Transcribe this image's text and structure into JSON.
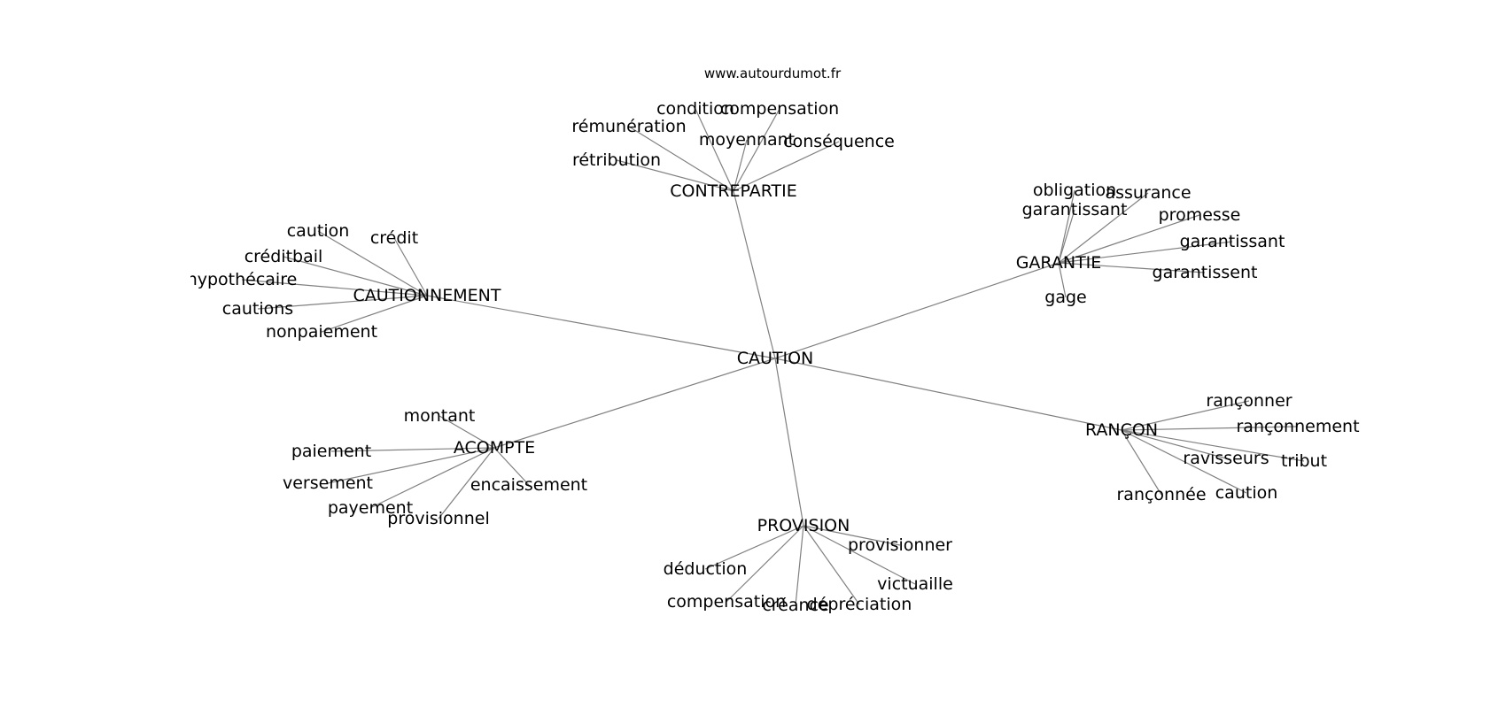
{
  "site": "www.autourdumot.fr",
  "edge_color": "#808080",
  "root": "CAUTION",
  "nodes": [
    {
      "id": "caution_root",
      "label": "CAUTION"
    },
    {
      "id": "contrepartie",
      "label": "CONTREPARTIE"
    },
    {
      "id": "garantie",
      "label": "GARANTIE"
    },
    {
      "id": "cautionnement",
      "label": "CAUTIONNEMENT"
    },
    {
      "id": "acompte",
      "label": "ACOMPTE"
    },
    {
      "id": "provision",
      "label": "PROVISION"
    },
    {
      "id": "rancon",
      "label": "RANÇON"
    },
    {
      "id": "condition",
      "label": "condition"
    },
    {
      "id": "compensation_c",
      "label": "compensation"
    },
    {
      "id": "remuneration",
      "label": "rémunération"
    },
    {
      "id": "moyennant",
      "label": "moyennant"
    },
    {
      "id": "consequence",
      "label": "conséquence"
    },
    {
      "id": "retribution",
      "label": "rétribution"
    },
    {
      "id": "obligation",
      "label": "obligation"
    },
    {
      "id": "assurance",
      "label": "assurance"
    },
    {
      "id": "garantissant_a",
      "label": "garantissant"
    },
    {
      "id": "promesse",
      "label": "promesse"
    },
    {
      "id": "garantissant_b",
      "label": "garantissant"
    },
    {
      "id": "garantissent",
      "label": "garantissent"
    },
    {
      "id": "gage",
      "label": "gage"
    },
    {
      "id": "caution_c",
      "label": "caution"
    },
    {
      "id": "credit",
      "label": "crédit"
    },
    {
      "id": "creditbail",
      "label": "créditbail"
    },
    {
      "id": "hypothecaire",
      "label": "hypothécaire"
    },
    {
      "id": "cautions",
      "label": "cautions"
    },
    {
      "id": "nonpaiement",
      "label": "nonpaiement"
    },
    {
      "id": "montant",
      "label": "montant"
    },
    {
      "id": "paiement",
      "label": "paiement"
    },
    {
      "id": "versement",
      "label": "versement"
    },
    {
      "id": "encaissement",
      "label": "encaissement"
    },
    {
      "id": "payement",
      "label": "payement"
    },
    {
      "id": "provisionnel",
      "label": "provisionnel"
    },
    {
      "id": "provisionner",
      "label": "provisionner"
    },
    {
      "id": "deduction",
      "label": "déduction"
    },
    {
      "id": "victuaille",
      "label": "victuaille"
    },
    {
      "id": "compensation_p",
      "label": "compensation"
    },
    {
      "id": "creance",
      "label": "créance"
    },
    {
      "id": "depreciation",
      "label": "dépréciation"
    },
    {
      "id": "ranconner",
      "label": "rançonner"
    },
    {
      "id": "ranconnement",
      "label": "rançonnement"
    },
    {
      "id": "ravisseurs",
      "label": "ravisseurs"
    },
    {
      "id": "tribut",
      "label": "tribut"
    },
    {
      "id": "ranconnee",
      "label": "rançonnée"
    },
    {
      "id": "caution_r",
      "label": "caution"
    }
  ],
  "edges": [
    [
      "caution_root",
      "contrepartie"
    ],
    [
      "caution_root",
      "garantie"
    ],
    [
      "caution_root",
      "cautionnement"
    ],
    [
      "caution_root",
      "acompte"
    ],
    [
      "caution_root",
      "provision"
    ],
    [
      "caution_root",
      "rancon"
    ],
    [
      "contrepartie",
      "condition"
    ],
    [
      "contrepartie",
      "compensation_c"
    ],
    [
      "contrepartie",
      "remuneration"
    ],
    [
      "contrepartie",
      "moyennant"
    ],
    [
      "contrepartie",
      "consequence"
    ],
    [
      "contrepartie",
      "retribution"
    ],
    [
      "garantie",
      "obligation"
    ],
    [
      "garantie",
      "assurance"
    ],
    [
      "garantie",
      "garantissant_a"
    ],
    [
      "garantie",
      "promesse"
    ],
    [
      "garantie",
      "garantissant_b"
    ],
    [
      "garantie",
      "garantissent"
    ],
    [
      "garantie",
      "gage"
    ],
    [
      "cautionnement",
      "caution_c"
    ],
    [
      "cautionnement",
      "credit"
    ],
    [
      "cautionnement",
      "creditbail"
    ],
    [
      "cautionnement",
      "hypothecaire"
    ],
    [
      "cautionnement",
      "cautions"
    ],
    [
      "cautionnement",
      "nonpaiement"
    ],
    [
      "acompte",
      "montant"
    ],
    [
      "acompte",
      "paiement"
    ],
    [
      "acompte",
      "versement"
    ],
    [
      "acompte",
      "encaissement"
    ],
    [
      "acompte",
      "payement"
    ],
    [
      "acompte",
      "provisionnel"
    ],
    [
      "provision",
      "provisionner"
    ],
    [
      "provision",
      "deduction"
    ],
    [
      "provision",
      "victuaille"
    ],
    [
      "provision",
      "compensation_p"
    ],
    [
      "provision",
      "creance"
    ],
    [
      "provision",
      "depreciation"
    ],
    [
      "rancon",
      "ranconner"
    ],
    [
      "rancon",
      "ranconnement"
    ],
    [
      "rancon",
      "ravisseurs"
    ],
    [
      "rancon",
      "tribut"
    ],
    [
      "rancon",
      "ranconnee"
    ],
    [
      "rancon",
      "caution_r"
    ]
  ]
}
